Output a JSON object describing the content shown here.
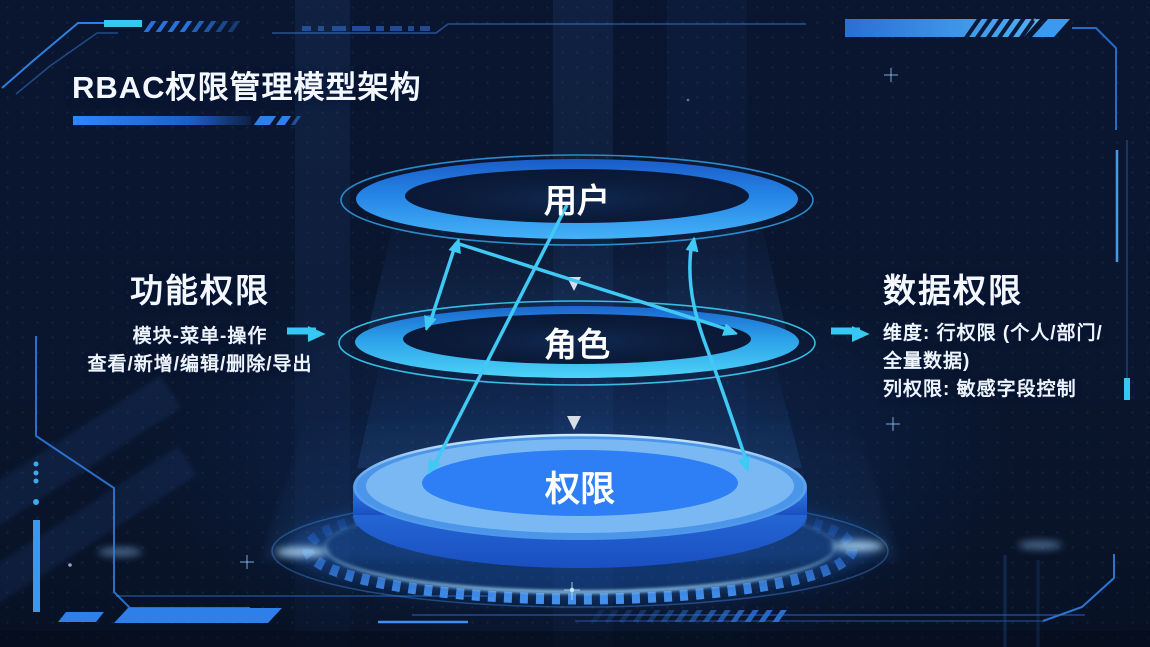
{
  "header": {
    "title": "RBAC权限管理模型架构"
  },
  "diagram": {
    "nodes": [
      {
        "id": "user",
        "label": "用户"
      },
      {
        "id": "role",
        "label": "角色"
      },
      {
        "id": "permission",
        "label": "权限"
      }
    ],
    "left_panel": {
      "title": "功能权限",
      "lines": [
        "模块-菜单-操作",
        "查看/新增/编辑/删除/导出"
      ]
    },
    "right_panel": {
      "title": "数据权限",
      "lines": [
        "维度: 行权限 (个人/部门/",
        "全量数据)",
        "列权限: 敏感字段控制"
      ]
    }
  },
  "colors": {
    "background": "#0A1630",
    "accent_cyan": "#3FC9F4",
    "primary_blue": "#2E7FF0",
    "text": "#FFFFFF"
  }
}
